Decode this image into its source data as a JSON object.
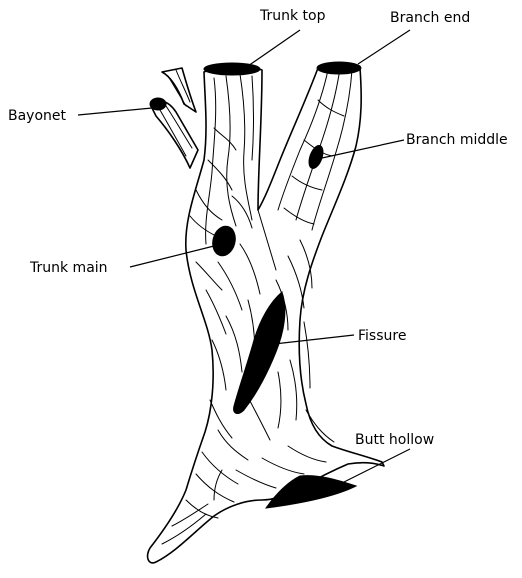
{
  "diagram": {
    "labels": {
      "trunk_top": "Trunk top",
      "branch_end": "Branch end",
      "bayonet": "Bayonet",
      "branch_middle": "Branch middle",
      "trunk_main": "Trunk main",
      "fissure": "Fissure",
      "butt_hollow": "Butt hollow"
    }
  },
  "colors": {
    "ink": "#000000",
    "background": "#ffffff"
  }
}
